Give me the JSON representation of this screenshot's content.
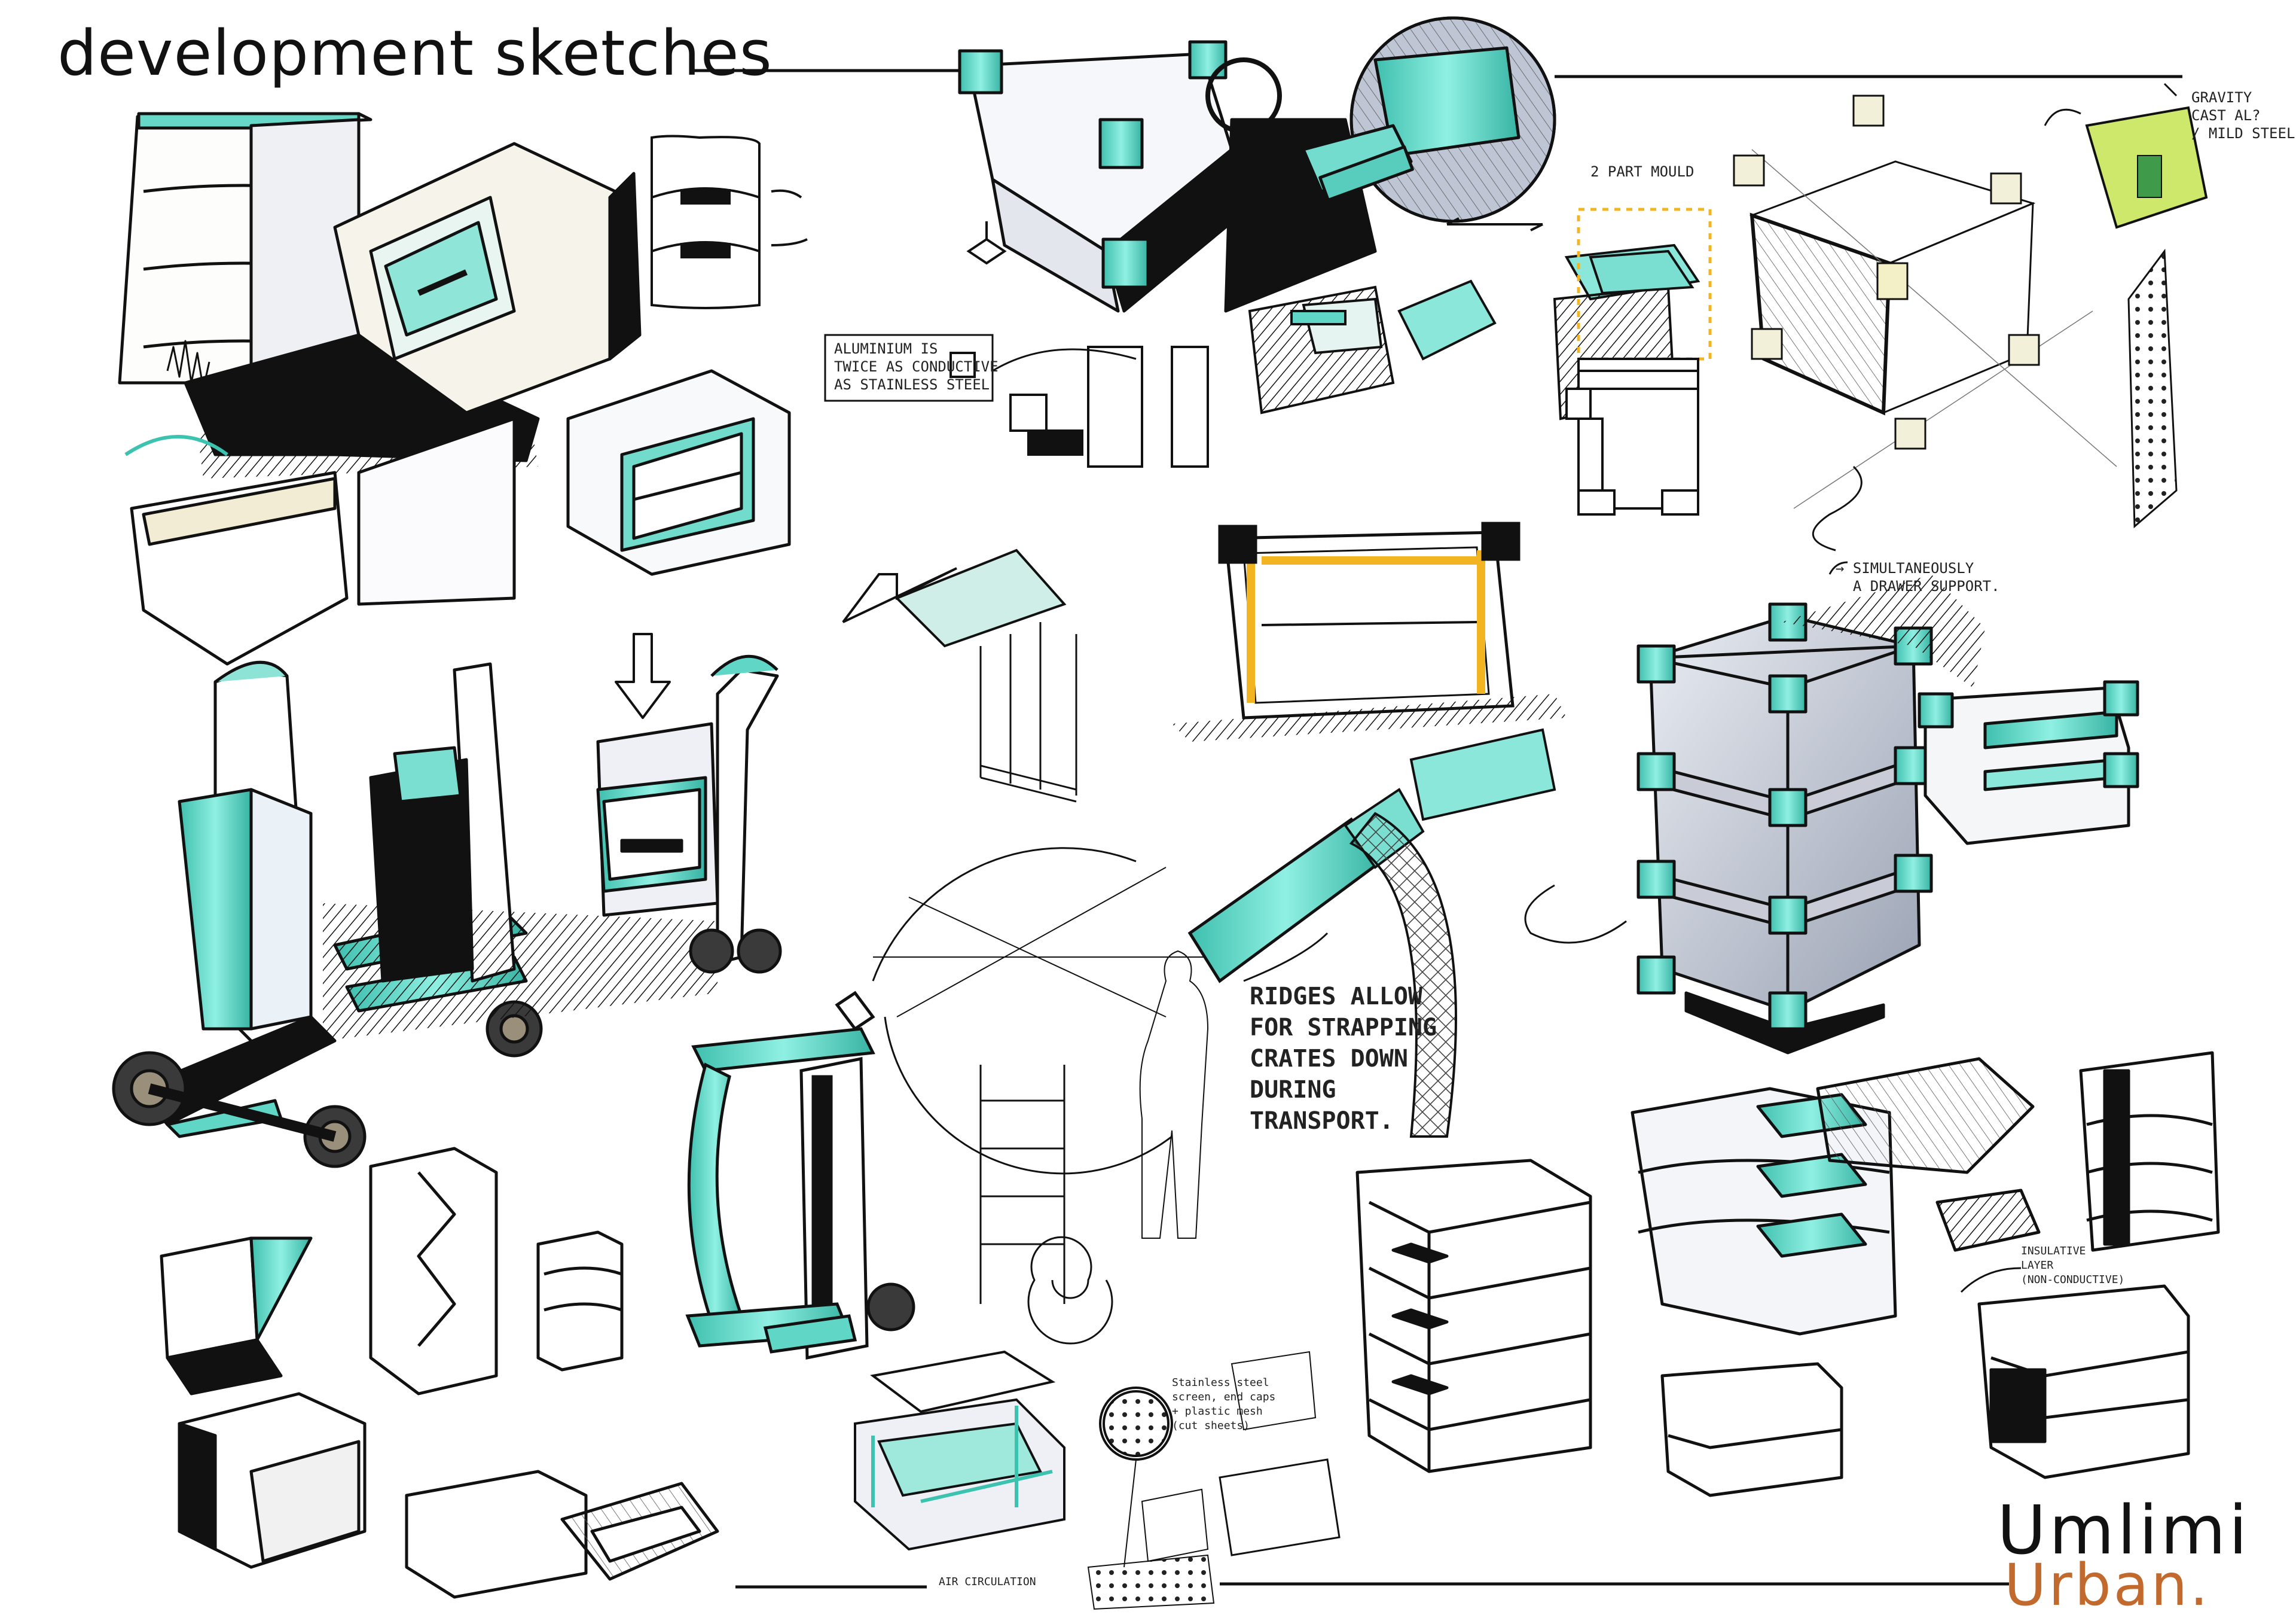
{
  "page": {
    "title": "development sketches"
  },
  "annotations": {
    "gravity_cast": "GRAVITY\nCAST AL?\n/ MILD STEEL",
    "aluminium_note": "ALUMINIUM IS\nTWICE AS CONDUCTIVE\nAS STAINLESS STEEL",
    "part_mould": "2 PART MOULD",
    "simultaneously": "→ SIMULTANEOUSLY\n  A DRAWER SUPPORT.",
    "ridges": "RIDGES ALLOW\nFOR STRAPPING\nCRATES DOWN\nDURING\nTRANSPORT.",
    "insulative_layer": "INSULATIVE\nLAYER\n(NON-CONDUCTIVE)",
    "stainless_steel_screen": "Stainless steel\nscreen, end caps\n+ plastic mesh\n(cut sheets)",
    "air_circulation": "AIR CIRCULATION"
  },
  "logo": {
    "line1": "Umlimi",
    "line2": "Urban."
  },
  "colors": {
    "accent_teal": "#5fd6c6",
    "accent_yellow": "#f3b421",
    "lime_green": "#cde86a",
    "logo_orange": "#c26a2d",
    "ink": "#111111",
    "marker_grey": "#8e96a6"
  }
}
